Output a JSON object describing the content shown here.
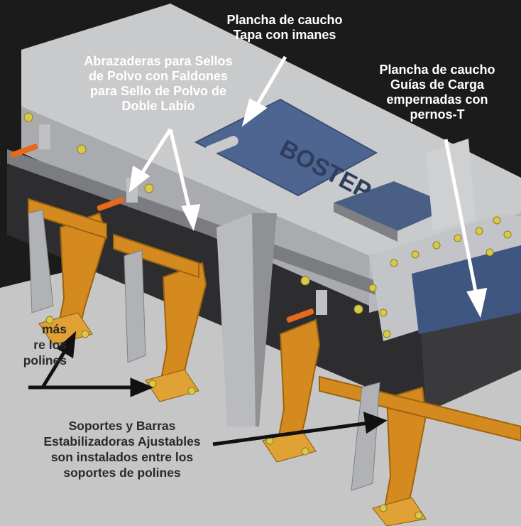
{
  "colors": {
    "background": "#1b1b1b",
    "floor": "#c6c6c6",
    "steel_frame": "#c9cacc",
    "steel_shadow": "#8f9194",
    "dark_panel": "#2d2d2f",
    "blue_plate": "#4d6590",
    "idler_support": "#d48a1e",
    "yellow_bolt": "#d9c94a",
    "clamp_handle": "#e56a1a",
    "label_text_light": "#ffffff",
    "label_text_dark": "#2a2a2a",
    "arrow_white": "#ffffff",
    "arrow_dark": "#111111"
  },
  "diagram": {
    "plate_text": "BOSTEP",
    "labels": {
      "tapa": [
        "Plancha de caucho",
        "Tapa con imanes"
      ],
      "abrazaderas": [
        "Abrazaderas para Sellos",
        "de Polvo con Faldones",
        "para Sello de Polvo de",
        "Doble Labio"
      ],
      "guias": [
        "Plancha de caucho",
        "Guías de Carga",
        "empernadas con",
        "pernos-T"
      ],
      "mas_cerca": [
        "más",
        "re los",
        "polines"
      ],
      "soportes": [
        "Soportes y Barras",
        "Estabilizadoras Ajustables",
        "son instalados entre los",
        "soportes de polines"
      ]
    }
  }
}
